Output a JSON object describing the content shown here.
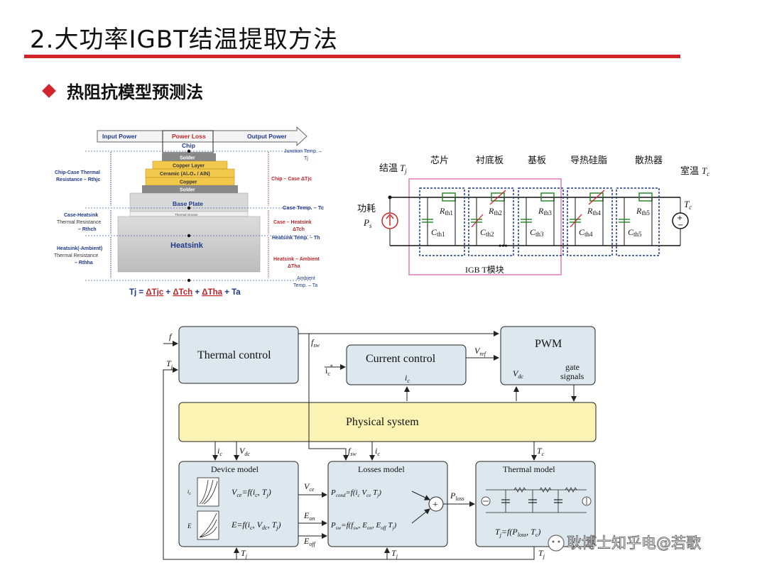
{
  "header": {
    "title": "2.大功率IGBT结温提取方法",
    "subtitle": "热阻抗模型预测法"
  },
  "colors": {
    "accent": "#d0262b",
    "layer_gold": "#f2c94c",
    "physical": "#fbf3b3",
    "block": "#dde8ee"
  },
  "stack": {
    "input_power": "Input Power",
    "power_loss": "Power Loss",
    "output_power": "Output Power",
    "chip": "Chip",
    "solder": "Solder",
    "copper_layer": "Copper Layer",
    "ceramic": "Ceramic (Al₂O₃ / AlN)",
    "copper": "Copper",
    "solder2": "Solder",
    "base_plate": "Base Plate",
    "thermal_grease": "Thermal Grease",
    "heatsink": "Heatsink",
    "left_l1a": "Chip-Case Thermal",
    "left_l1b": "Resistance – Rthjc",
    "left_l2a": "Case-Heatsink",
    "left_l2b": "Thermal Resistance",
    "left_l2c": "– Rthch",
    "left_l3a": "Heatsink(-Ambient)",
    "left_l3b": "Thermal Resistance",
    "left_l3c": "– Rthha",
    "r_junction_a": "Junction Temp. –",
    "r_junction_b": "Tj",
    "r_chipcase": "Chip – Case ΔTjc",
    "r_case_temp": "Case Temp. – Tc",
    "r_caseheat_a": "Case – Heatsink",
    "r_caseheat_b": "ΔTch",
    "r_heat_temp": "Heatsink Temp. – Th",
    "r_heatamb_a": "Heatsink – Ambient",
    "r_heatamb_b": "ΔTha",
    "r_amb_a": "Ambient",
    "r_amb_b": "Temp. – Ta",
    "eq_a": "Tj = ",
    "eq_b": "ΔTjc",
    "eq_c": " + ",
    "eq_d": "ΔTch",
    "eq_e": " + ",
    "eq_f": "ΔTha",
    "eq_g": " + Ta"
  },
  "circuit": {
    "junction": "结温",
    "junction_sym": "T",
    "junction_sub": "j",
    "chip": "芯片",
    "substrate": "衬底板",
    "base": "基板",
    "grease": "导热硅脂",
    "sink": "散热器",
    "ambient": "室温",
    "ambient_sym": "T",
    "ambient_sub": "c",
    "power": "功耗",
    "ps": "P",
    "ps_sub": "s",
    "tc": "T",
    "tc_sub": "c",
    "r1": "R",
    "r1s": "th1",
    "r2": "R",
    "r2s": "th2",
    "r3": "R",
    "r3s": "th3",
    "r4": "R",
    "r4s": "th4",
    "r5": "R",
    "r5s": "th5",
    "c1": "C",
    "c1s": "th1",
    "c2": "C",
    "c2s": "th2",
    "c3": "C",
    "c3s": "th3",
    "c4": "C",
    "c4s": "th4",
    "c5": "C",
    "c5s": "th5",
    "dots": "•••",
    "module": "IGB T模块"
  },
  "block": {
    "thermal_control": "Thermal control",
    "current_control": "Current control",
    "pwm": "PWM",
    "gate_a": "gate",
    "gate_b": "signals",
    "physical": "Physical system",
    "device_model": "Device model",
    "losses_model": "Losses model",
    "thermal_model": "Thermal model",
    "in_f": "f",
    "in_tj": "T",
    "in_tj_s": "j",
    "fsw": "f",
    "fsw_s": "sw",
    "ic_star": "i",
    "ic_star_s": "c",
    "ic_star_sup": "*",
    "vref": "V",
    "vref_s": "ref",
    "ic_cc": "i",
    "ic_cc_s": "c",
    "vdc_pwm": "V",
    "vdc_pwm_s": "dc",
    "ic_dev": "i",
    "ic_dev_s": "c",
    "vdc_dev": "V",
    "vdc_dev_s": "dc",
    "fsw_l": "f",
    "fsw_l_s": "sw",
    "ic_l": "i",
    "ic_l_s": "c",
    "tc_t": "T",
    "tc_t_s": "c",
    "eq_vce": "V",
    "eq_vce_s": "ce",
    "eq_vce_r": "=f(i",
    "eq_vce_r_s": "c",
    "eq_vce_r2": ", T",
    "eq_vce_r2_s": "j",
    "eq_vce_r3": ")",
    "eq_e": "E=f(i",
    "eq_e_s": "c",
    "eq_e_2": ", V",
    "eq_e_2_s": "dc",
    "eq_e_3": ", T",
    "eq_e_3_s": "j",
    "eq_e_4": ")",
    "vce_out": "V",
    "vce_out_s": "ce",
    "eon": "E",
    "eon_s": "on",
    "eoff": "E",
    "eoff_s": "off",
    "pcond": "P",
    "pcond_s": "cond",
    "pcond_r": "=f(i",
    "pcond_r_s": "c",
    "pcond_r2": " V",
    "pcond_r2_s": "ce",
    "pcond_r3": " T",
    "pcond_r3_s": "j",
    "pcond_r4": ")",
    "psw": "P",
    "psw_s": "sw",
    "psw_r": "=f(f",
    "psw_r_s": "sw",
    "psw_r2": ", E",
    "psw_r2_s": "on",
    "psw_r3": ", E",
    "psw_r3_s": "off",
    "psw_r4": " T",
    "psw_r4_s": "j",
    "psw_r5": ")",
    "plus": "+",
    "ploss": "P",
    "ploss_s": "loss",
    "tj_eq": "T",
    "tj_eq_s": "j",
    "tj_eq_r": "=f(P",
    "tj_eq_r_s": "loss",
    "tj_eq_r2": ", T",
    "tj_eq_r2_s": "c",
    "tj_eq_r3": ")",
    "tj_bot1": "T",
    "tj_bot1_s": "j",
    "tj_bot2": "T",
    "tj_bot2_s": "j",
    "tj_bot3": "T",
    "tj_bot3_s": "j",
    "axis_ic": "i",
    "axis_ic_s": "c",
    "axis_e": "E"
  },
  "watermark": "耿博士知乎电@若歌"
}
